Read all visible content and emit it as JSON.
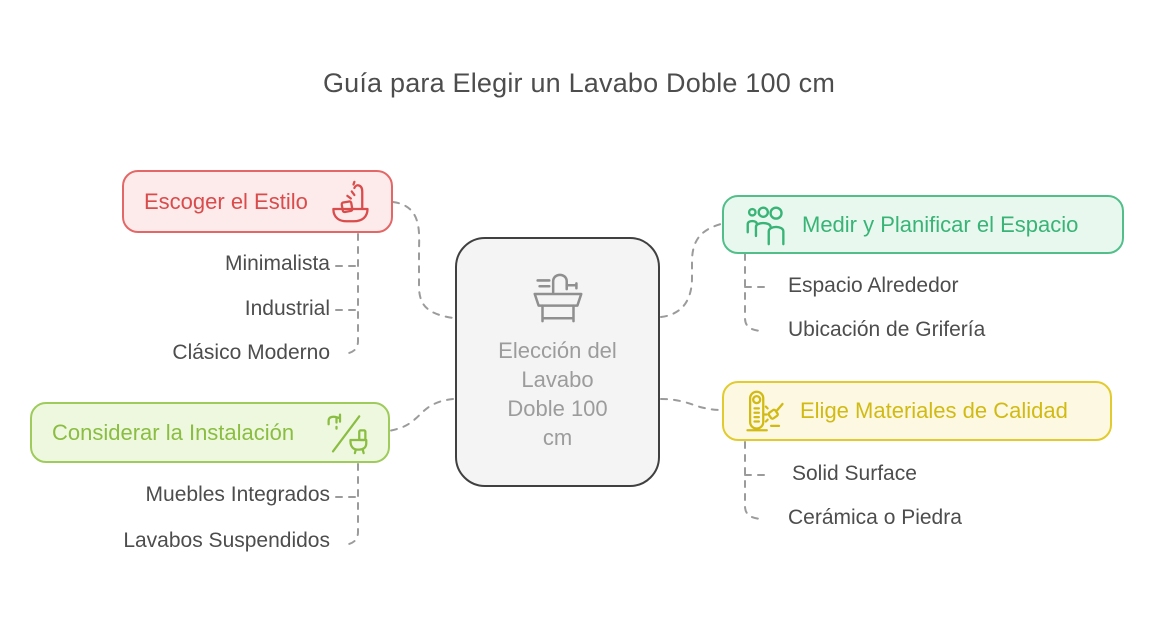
{
  "title": "Guía para Elegir un Lavabo Doble 100 cm",
  "center": {
    "label": "Elección del Lavabo Doble 100 cm",
    "icon": "sink-icon"
  },
  "branches": [
    {
      "label": "Escoger el Estilo",
      "icon": "bathtub-shower-icon",
      "items": [
        "Minimalista",
        "Industrial",
        "Clásico Moderno"
      ]
    },
    {
      "label": "Considerar la Instalación",
      "icon": "faucet-toilet-icon",
      "items": [
        "Muebles Integrados",
        "Lavabos Suspendidos"
      ]
    },
    {
      "label": "Medir y Planificar el Espacio",
      "icon": "people-group-icon",
      "items": [
        "Espacio Alrededor",
        "Ubicación de Grifería"
      ]
    },
    {
      "label": "Elige Materiales de Calidad",
      "icon": "shower-column-icon",
      "items": [
        "Solid Surface",
        "Cerámica o Piedra"
      ]
    }
  ],
  "colors": {
    "canvas-bg": "#ffffff",
    "text-dark": "#4d4d4d",
    "connector": "#9b9b9b",
    "red-border": "#e46767",
    "red-bg": "#fdeaea",
    "red-text": "#da4b4b",
    "lime-border": "#9ecb5b",
    "lime-bg": "#eef8de",
    "lime-text": "#8abd42",
    "green-border": "#52bf8a",
    "green-bg": "#e8f8ef",
    "green-text": "#38b476",
    "yellow-border": "#e2cb2e",
    "yellow-bg": "#fcf8e1",
    "yellow-text": "#d2ba14",
    "center-border": "#404040",
    "center-bg": "#f4f4f4",
    "center-text": "#9c9c9c",
    "center-icon": "#8f8f8f"
  }
}
